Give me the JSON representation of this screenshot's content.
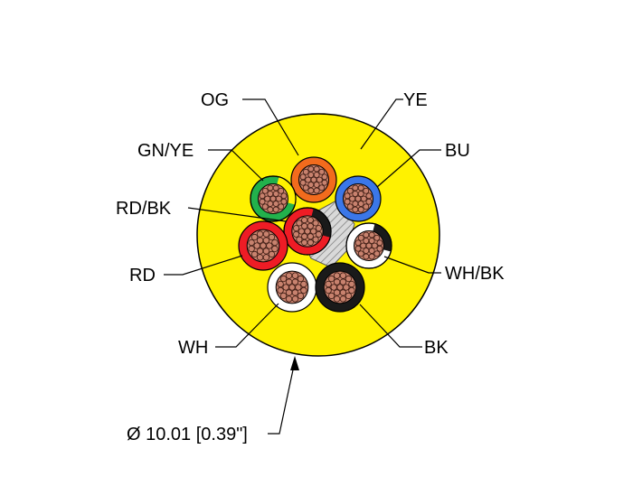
{
  "labels": {
    "og": "OG",
    "ye": "YE",
    "gn_ye": "GN/YE",
    "bu": "BU",
    "rd_bk": "RD/BK",
    "wh_bk": "WH/BK",
    "rd": "RD",
    "wh": "WH",
    "bk": "BK",
    "diameter": "Ø 10.01 [0.39\"]"
  },
  "colors": {
    "jacket": "#FFF200",
    "orange": "#F26B1D",
    "blue": "#3B77E8",
    "green": "#22B14C",
    "red": "#EE1C25",
    "black": "#1A1A1A",
    "white": "#FFFFFF",
    "copper": "#C8826E",
    "filler": "#C8C8C8"
  }
}
